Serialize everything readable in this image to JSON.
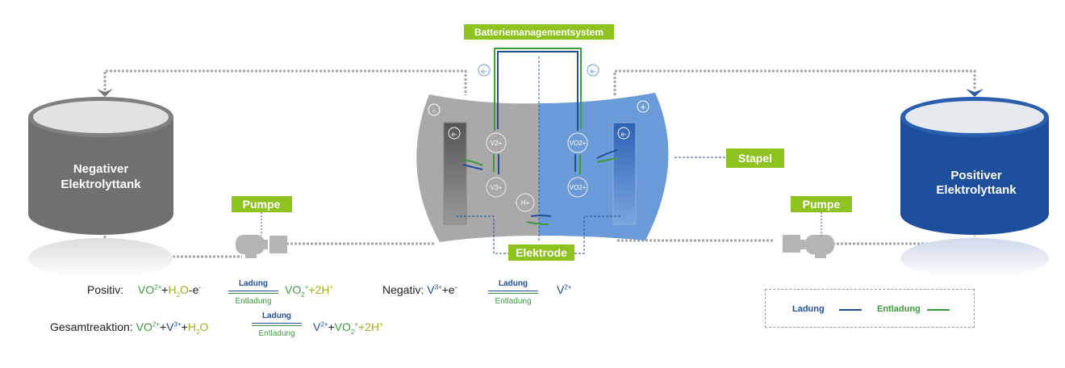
{
  "colors": {
    "label_green": "#8dc21f",
    "ion_green": "#3d9a3d",
    "olive": "#9ab31e",
    "blue": "#1f4e9a",
    "tank_gray": "#6f6f6f",
    "tank_blue": "#1e4f9c",
    "cell_gray": "#a9a9a9",
    "cell_blue": "#6a9bd8"
  },
  "labels": {
    "bms": "Batteriemanagementsystem",
    "stapel": "Stapel",
    "pumpe_left": "Pumpe",
    "pumpe_right": "Pumpe",
    "elektrode": "Elektrode",
    "tank_neg_1": "Negativer",
    "tank_neg_2": "Elektrolyttank",
    "tank_pos_1": "Positiver",
    "tank_pos_2": "Elektrolyttank"
  },
  "cell": {
    "minus": "-",
    "plus": "+",
    "electron": "e-",
    "ions": {
      "v2": "V2+",
      "v3": "V3+",
      "vo2p": "VO2+",
      "vo2": "VO2+",
      "h": "H+"
    }
  },
  "equations": {
    "positive": {
      "label": "Positiv:",
      "left": [
        [
          "VO",
          "g"
        ],
        [
          "2+",
          "g",
          "sup"
        ],
        [
          "+",
          "k"
        ],
        [
          "H",
          "o"
        ],
        [
          "2",
          "o",
          "sub"
        ],
        [
          "O",
          "o"
        ],
        [
          "-e",
          "k"
        ],
        [
          "-",
          "k",
          "sup"
        ]
      ],
      "right": [
        [
          "VO",
          "g"
        ],
        [
          "2",
          "g",
          "sub"
        ],
        [
          "+",
          "g",
          "sup"
        ],
        [
          "+2H",
          "o"
        ],
        [
          "+",
          "o",
          "sup"
        ]
      ]
    },
    "negative": {
      "label": "Negativ:",
      "left": [
        [
          "V",
          "b"
        ],
        [
          "3+",
          "b",
          "sup"
        ],
        [
          "+e",
          "k"
        ],
        [
          "-",
          "k",
          "sup"
        ]
      ],
      "right": [
        [
          "V",
          "b"
        ],
        [
          "2+",
          "b",
          "sup"
        ]
      ]
    },
    "total": {
      "label": "Gesamtreaktion:",
      "left": [
        [
          "VO",
          "g"
        ],
        [
          "2+",
          "g",
          "sup"
        ],
        [
          "+",
          "k"
        ],
        [
          "V",
          "b"
        ],
        [
          "3+",
          "b",
          "sup"
        ],
        [
          "+",
          "k"
        ],
        [
          "H",
          "o"
        ],
        [
          "2",
          "o",
          "sub"
        ],
        [
          "O",
          "o"
        ]
      ],
      "right": [
        [
          "V",
          "b"
        ],
        [
          "2+",
          "b",
          "sup"
        ],
        [
          "+",
          "k"
        ],
        [
          "VO",
          "g"
        ],
        [
          "2",
          "g",
          "sub"
        ],
        [
          "+",
          "g",
          "sup"
        ],
        [
          "+2H",
          "o"
        ],
        [
          "+",
          "o",
          "sup"
        ]
      ]
    },
    "charge": "Ladung",
    "discharge": "Entladung"
  },
  "legend": {
    "charge": "Ladung",
    "discharge": "Entladung"
  }
}
